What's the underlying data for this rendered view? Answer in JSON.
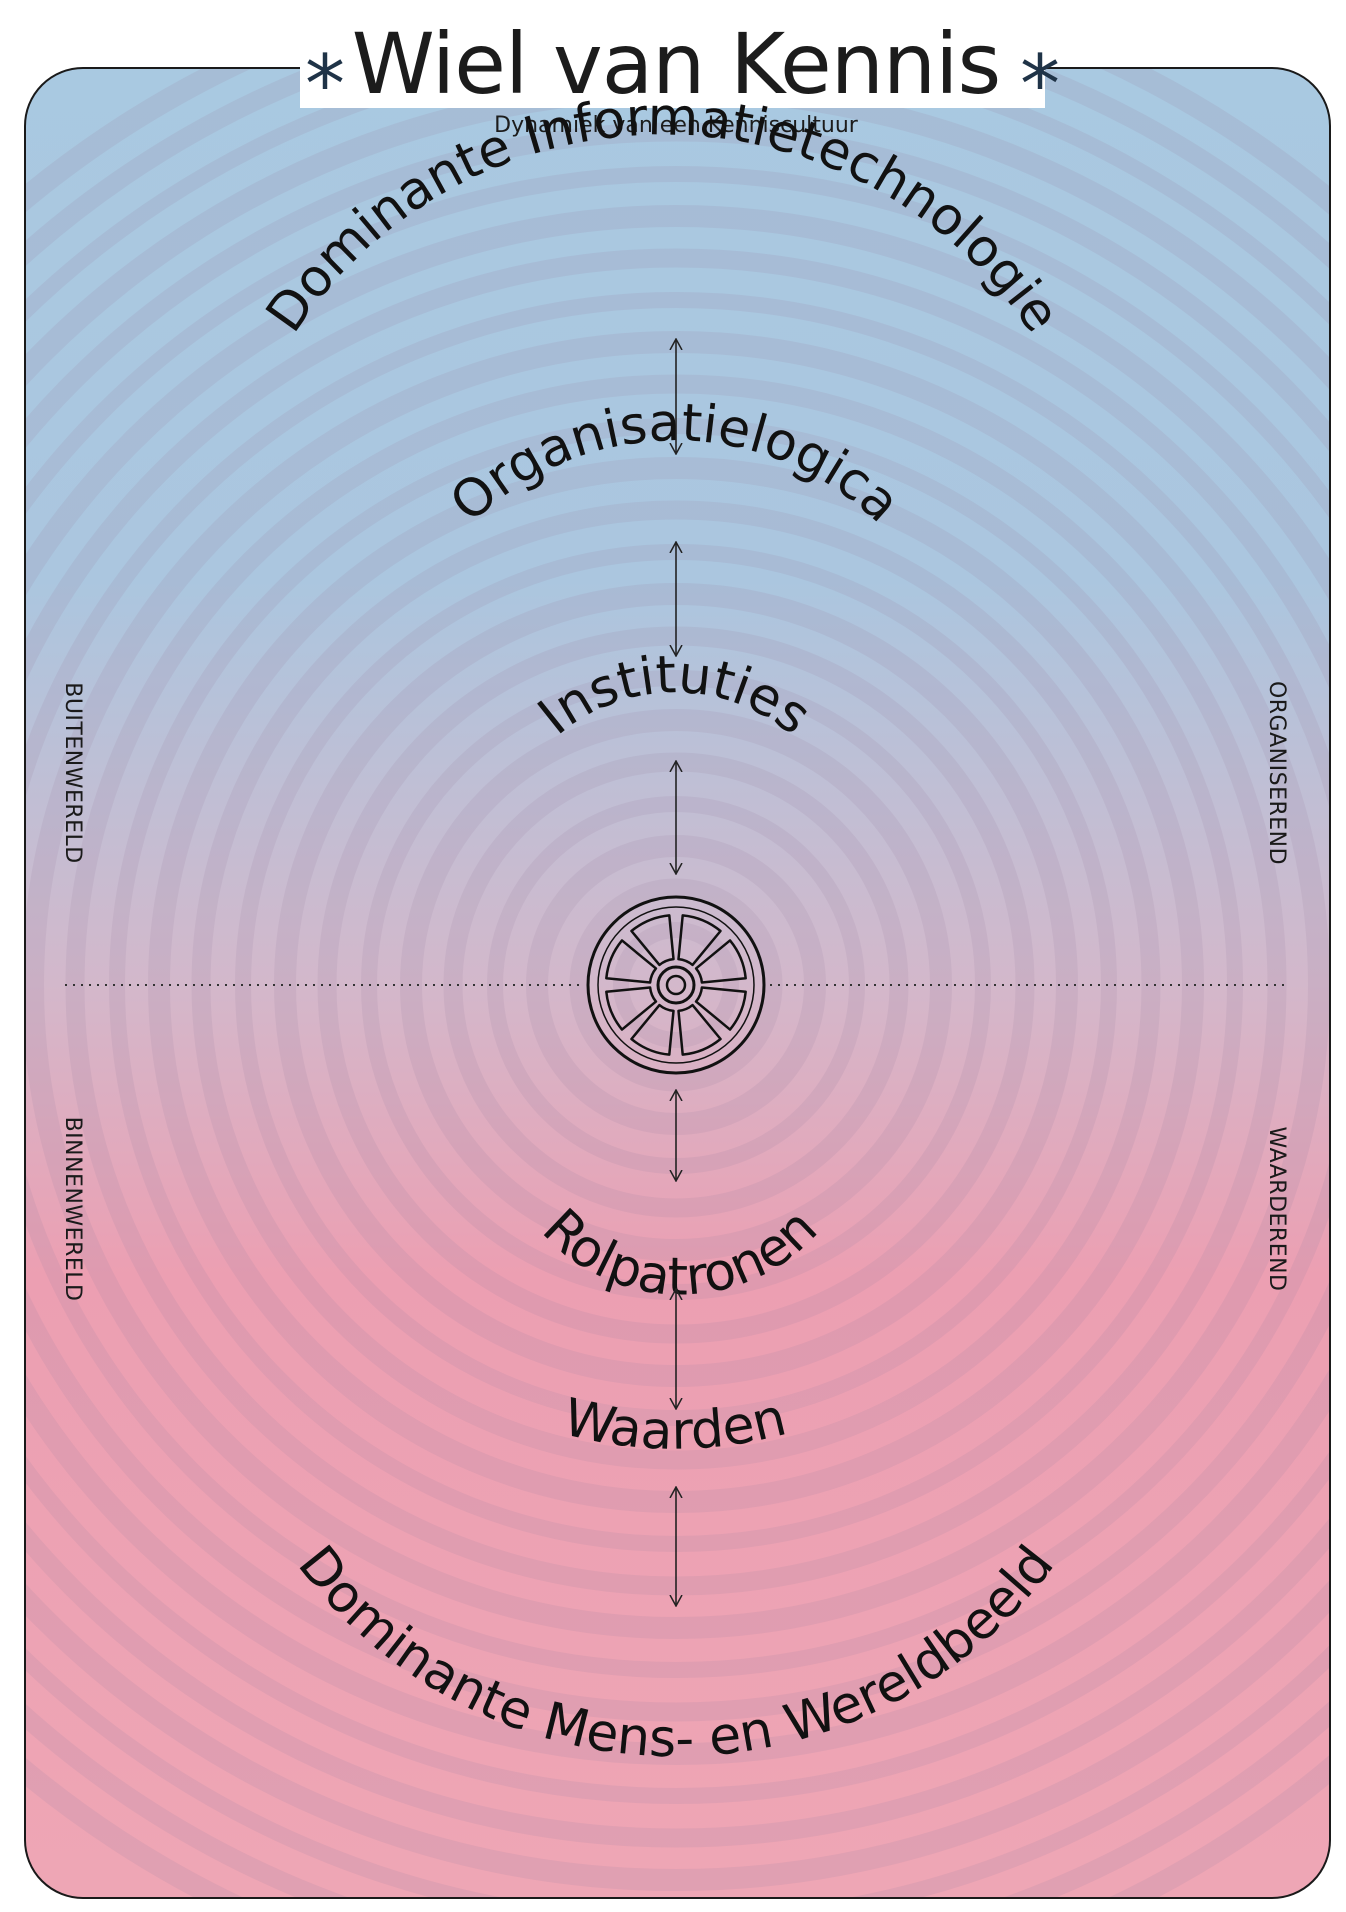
{
  "title": "Wiel van Kennis",
  "subtitle": "Dynamiek van een Kenniscultuur",
  "title_ornament": "*",
  "colors": {
    "top_gradient": "#a9c9e1",
    "mid_gradient": "#d2b7c9",
    "bottom_gradient": "#eda6b4",
    "ring_stroke": "#a58aa6",
    "border": "#1a1a1a",
    "ornament": "#1f3347"
  },
  "upper_rings": [
    {
      "label": "Dominante Informatietechnologie"
    },
    {
      "label": "Organisatielogica"
    },
    {
      "label": "Instituties"
    }
  ],
  "lower_rings": [
    {
      "label": "Rolpatronen"
    },
    {
      "label": "Waarden"
    },
    {
      "label": "Dominante Mens- en Wereldbeeld"
    }
  ],
  "side_labels": {
    "left_top": "BUITENWERELD",
    "left_bottom": "BINNENWERELD",
    "right_top": "ORGANISEREND",
    "right_bottom": "WAARDEREND"
  },
  "center_icon": "wheel-icon"
}
